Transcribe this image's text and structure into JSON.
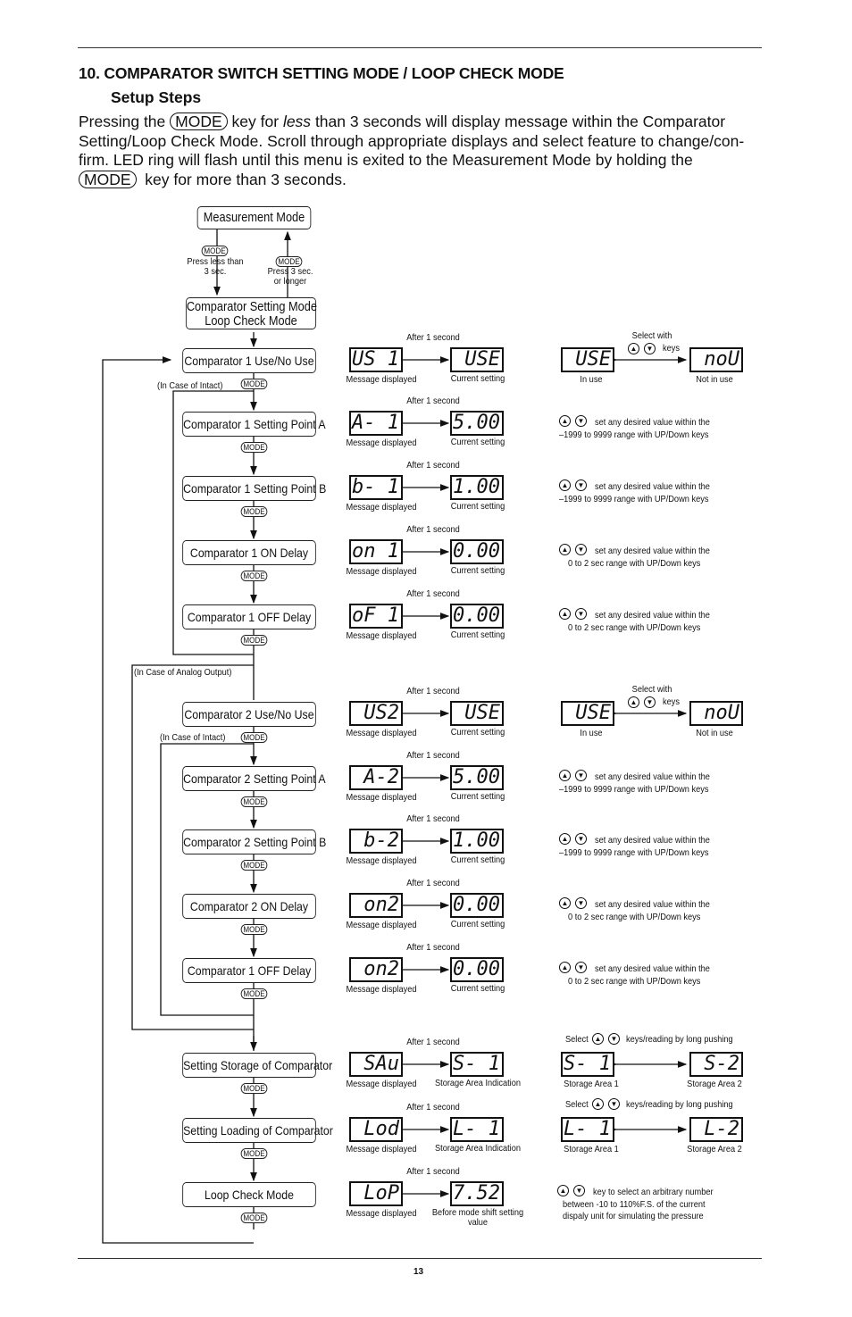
{
  "heading": "10.  COMPARATOR SWITCH SETTING MODE / LOOP CHECK MODE",
  "subheading": "Setup Steps",
  "intro": {
    "p1": "Pressing the",
    "key": "MODE",
    "p2": "key for",
    "less": "less",
    "p3": "than 3 seconds will display message within the Comparator Setting/Loop Check Mode.  Scroll through appropriate displays and select feature to change/con-firm.  LED ring will flash until this menu is exited to the Measurement Mode by holding the",
    "p4": "key for more than 3 seconds."
  },
  "flow": {
    "measurement_mode": "Measurement Mode",
    "press_less": "Press less than 3 sec.",
    "press_more": "Press 3 sec. or longer",
    "setting_mode_1": "Comparator Setting Mode",
    "setting_mode_2": "Loop Check Mode",
    "mode_key": "MODE",
    "intact": "(In Case of Intact)",
    "analog": "(In Case of Analog Output)",
    "after": "After 1 second",
    "msg_label": "Message displayed",
    "cur_label": "Current setting",
    "select_with": "Select with",
    "keys": "keys",
    "in_use": "In use",
    "not_in_use": "Not in use",
    "select": "Select",
    "keys_long": "keys/reading by long pushing",
    "area1": "Storage Area 1",
    "area2": "Storage Area 2",
    "up_icon": "up-triangle-circle",
    "down_icon": "down-triangle-circle"
  },
  "rows": [
    {
      "label": "Comparator 1 Use/No Use",
      "msg": "US 1",
      "cur": "USE",
      "right": "use"
    },
    {
      "label": "Comparator 1 Setting Point A",
      "msg": "A- 1",
      "cur": "5.00",
      "right": "range",
      "note1": "set any desired value within the",
      "note2": "–1999 to 9999 range with UP/Down keys"
    },
    {
      "label": "Comparator 1 Setting Point B",
      "msg": "b- 1",
      "cur": "1.00",
      "right": "range",
      "note1": "set any desired value within the",
      "note2": "–1999 to 9999 range with UP/Down keys"
    },
    {
      "label": "Comparator 1 ON Delay",
      "msg": "on 1",
      "cur": "0.00",
      "right": "range",
      "note1": "set any desired value within the",
      "note2": "0 to 2 sec range with UP/Down keys"
    },
    {
      "label": "Comparator 1 OFF Delay",
      "msg": "oF 1",
      "cur": "0.00",
      "right": "range",
      "note1": "set any desired value within the",
      "note2": "0 to 2 sec range with UP/Down keys"
    },
    {
      "label": "Comparator 2 Use/No Use",
      "msg": "US2",
      "cur": "USE",
      "right": "use"
    },
    {
      "label": "Comparator 2 Setting Point A",
      "msg": "A-2",
      "cur": "5.00",
      "right": "range",
      "note1": "set any desired value within the",
      "note2": "–1999 to 9999 range with UP/Down keys"
    },
    {
      "label": "Comparator 2 Setting Point B",
      "msg": "b-2",
      "cur": "1.00",
      "right": "range",
      "note1": "set any desired value within the",
      "note2": "–1999 to 9999 range with UP/Down keys"
    },
    {
      "label": "Comparator 2 ON Delay",
      "msg": "on2",
      "cur": "0.00",
      "right": "range",
      "note1": "set any desired value within the",
      "note2": "0 to 2 sec range with UP/Down keys"
    },
    {
      "label": "Comparator 1 OFF Delay",
      "msg": "on2",
      "cur": "0.00",
      "right": "range",
      "note1": "set any desired value within the",
      "note2": "0 to 2 sec range with UP/Down keys"
    },
    {
      "label": "Setting Storage of Comparator",
      "msg": "SAu",
      "cur": "S- 1",
      "cur_label": "Storage Area Indication",
      "right": "area",
      "a1": "S- 1",
      "a2": "S-2"
    },
    {
      "label": "Setting Loading of Comparator",
      "msg": "Lod",
      "cur": "L- 1",
      "cur_label": "Storage Area Indication",
      "right": "area",
      "a1": "L- 1",
      "a2": "L-2"
    },
    {
      "label": "Loop Check Mode",
      "msg": "LoP",
      "cur": "7.52",
      "cur_label": "Before mode shift setting value",
      "right": "loop",
      "note1": "key to select an arbitrary number",
      "note2": "between -10 to 110%F.S. of the current",
      "note3": "dispaly unit for simulating the pressure"
    }
  ],
  "use_display": "USE",
  "nou_display": "noU",
  "page_number": "13"
}
